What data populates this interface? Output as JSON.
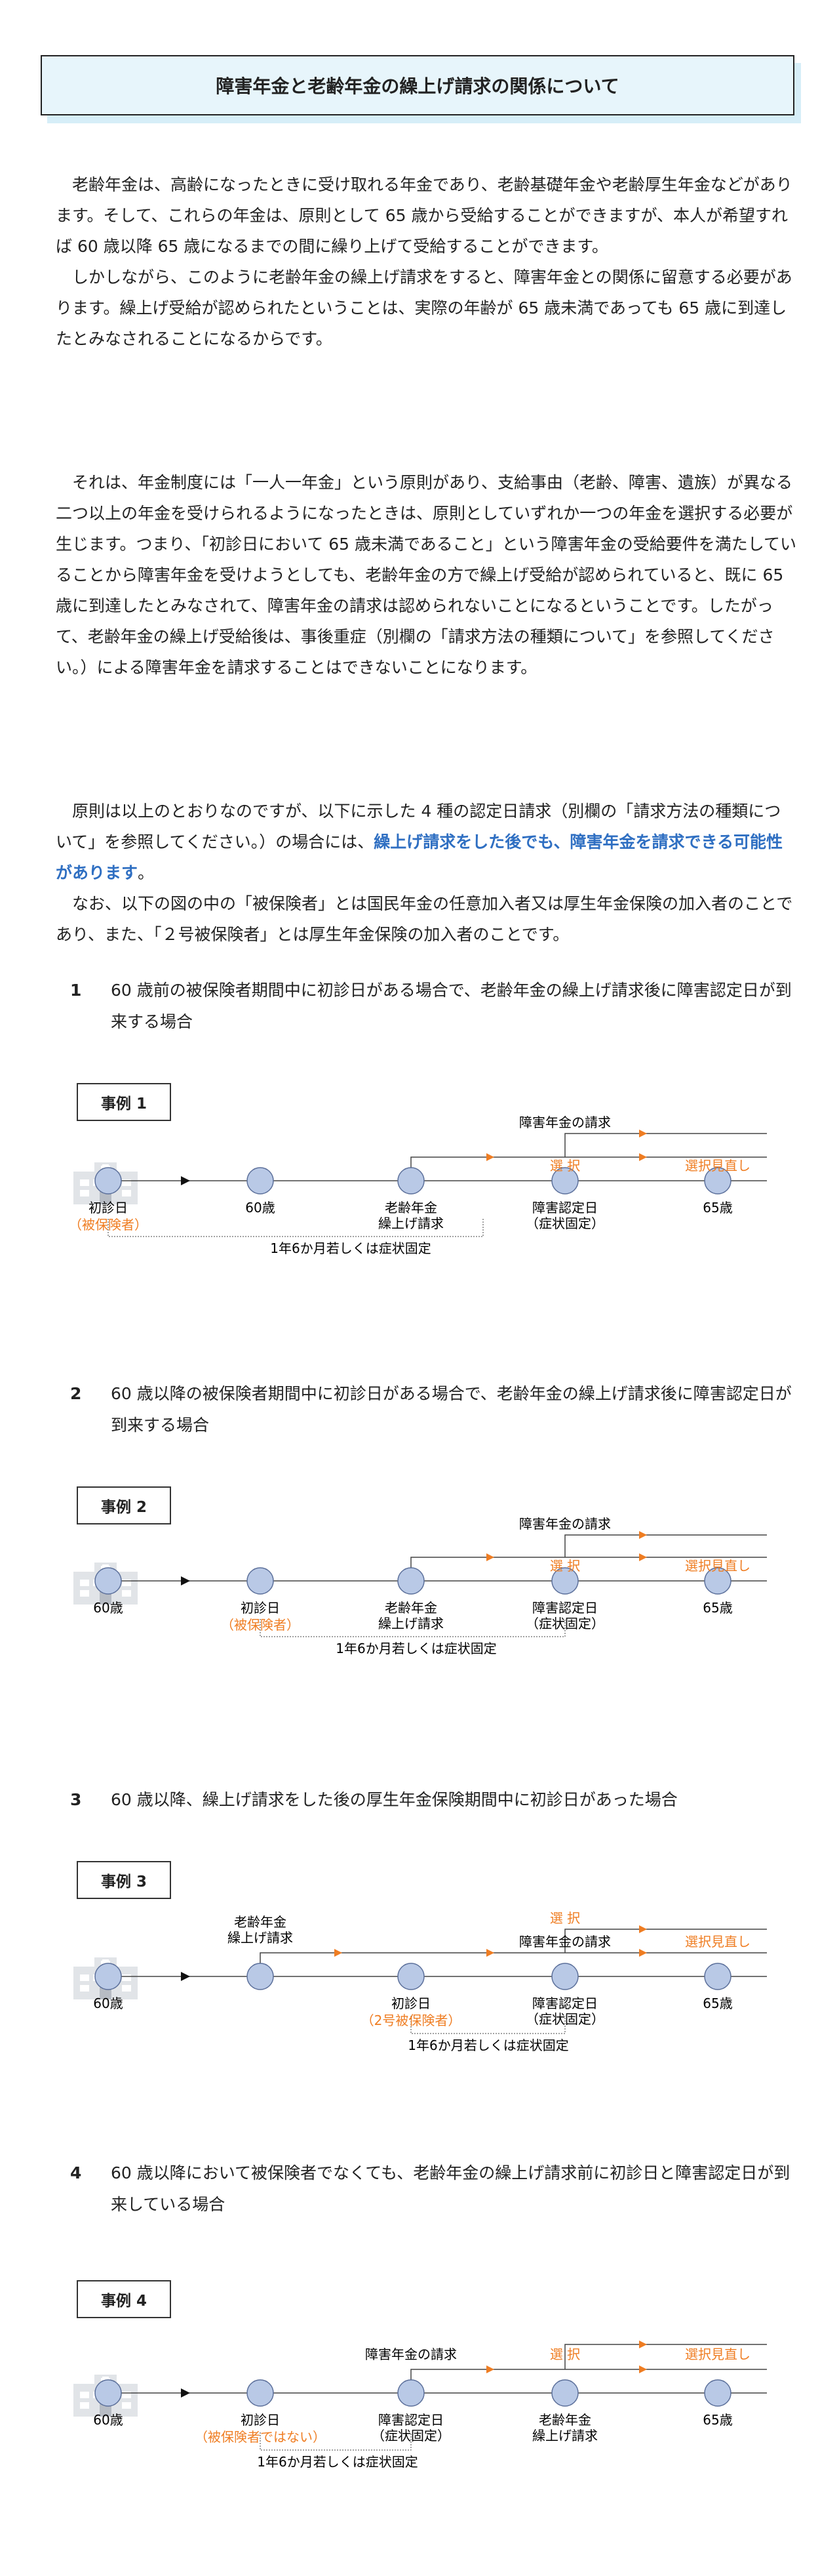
{
  "title": "障害年金と老齢年金の繰上げ請求の関係について",
  "paragraphs": {
    "p1": "老齢年金は、高齢になったときに受け取れる年金であり、老齢基礎年金や老齢厚生年金などがあります。そして、これらの年金は、原則として 65 歳から受給することができますが、本人が希望すれば 60 歳以降 65 歳になるまでの間に繰り上げて受給することができます。",
    "p2": "しかしながら、このように老齢年金の繰上げ請求をすると、障害年金との関係に留意する必要があります。繰上げ受給が認められたということは、実際の年齢が 65 歳未満であっても 65 歳に到達したとみなされることになるからです。",
    "p3": "それは、年金制度には「一人一年金」という原則があり、支給事由（老齢、障害、遺族）が異なる二つ以上の年金を受けられるようになったときは、原則としていずれか一つの年金を選択する必要が生じます。つまり、「初診日において 65 歳未満であること」という障害年金の受給要件を満たしていることから障害年金を受けようとしても、老齢年金の方で繰上げ受給が認められていると、既に 65 歳に到達したとみなされて、障害年金の請求は認められないことになるということです。したがって、老齢年金の繰上げ受給後は、事後重症（別欄の「請求方法の種類について」を参照してください。）による障害年金を請求することはできないことになります。",
    "p4a": "原則は以上のとおりなのですが、以下に示した 4 種の認定日請求（別欄の「請求方法の種類について」を参照してください。）の場合には、",
    "p4b": "繰上げ請求をした後でも、障害年金を請求できる可能性があります",
    "p4c": "。",
    "p5": "なお、以下の図の中の「被保険者」とは国民年金の任意加入者又は厚生年金保険の加入者のことであり、また、「２号被保険者」とは厚生年金保険の加入者のことです。"
  },
  "cases": [
    {
      "num": "1",
      "heading": "60 歳前の被保険者期間中に初診日がある場合で、老齢年金の繰上げ請求後に障害認定日が到来する場合",
      "label": "事例 1"
    },
    {
      "num": "2",
      "heading": "60 歳以降の被保険者期間中に初診日がある場合で、老齢年金の繰上げ請求後に障害認定日が到来する場合",
      "label": "事例 2"
    },
    {
      "num": "3",
      "heading": "60 歳以降、繰上げ請求をした後の厚生年金保険期間中に初診日があった場合",
      "label": "事例 3"
    },
    {
      "num": "4",
      "heading": "60 歳以降において被保険者でなくても、老齢年金の繰上げ請求前に初診日と障害認定日が到来している場合",
      "label": "事例 4"
    }
  ],
  "diagram_text": {
    "shoshinbi": "初診日",
    "hihokensha_paren": "（被保険者）",
    "hihokensha": "被保険者",
    "nigou_hihokensha": "2号被保険者",
    "hihokensha_denai": "被保険者ではない",
    "age60": "60歳",
    "age65": "65歳",
    "rourei_line1": "老齢年金",
    "rourei_line2": "繰上げ請求",
    "nintei_line1": "障害認定日",
    "nintei_line2": "（症状固定）",
    "shougai_seikyu": "障害年金の請求",
    "sentaku": "選 択",
    "sentaku_minaoshi": "選択見直し",
    "kotei": "1年6か月若しくは症状固定"
  },
  "colors": {
    "accent_orange": "#ef7d22",
    "accent_blue": "#2f6fc2",
    "node_fill": "#b9c9e6",
    "node_stroke": "#5b6f9a"
  }
}
